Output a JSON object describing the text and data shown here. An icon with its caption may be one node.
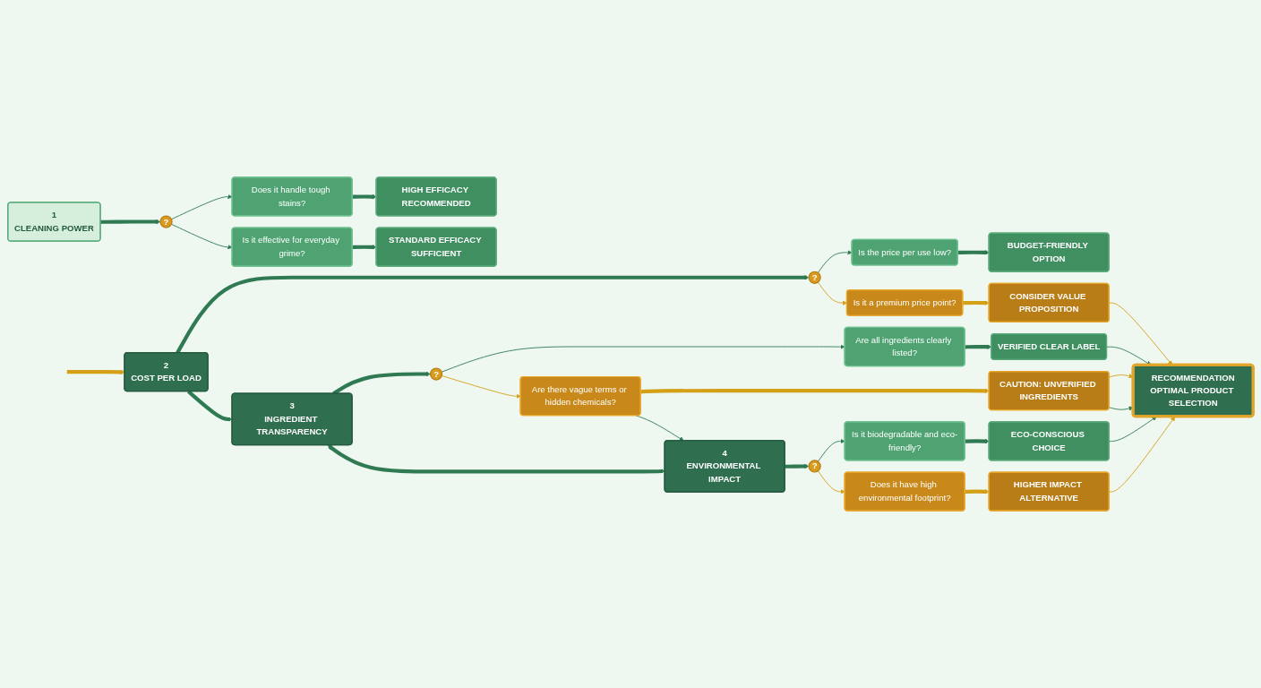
{
  "diagram": {
    "nodes": [
      {
        "text": [
          "1",
          "CLEANING POWER"
        ]
      },
      {
        "text": [
          "?"
        ]
      },
      {
        "text": [
          "Does it handle tough stains?"
        ]
      },
      {
        "text": [
          "Is it effective for everyday grime?"
        ]
      },
      {
        "text": [
          "HIGH EFFICACY RECOMMENDED"
        ]
      },
      {
        "text": [
          "STANDARD EFFICACY SUFFICIENT"
        ]
      },
      {
        "text": [
          "2",
          "COST PER LOAD"
        ]
      },
      {
        "text": [
          "?"
        ]
      },
      {
        "text": [
          "Is the price per use low?"
        ]
      },
      {
        "text": [
          "Is it a premium price point?"
        ]
      },
      {
        "text": [
          "BUDGET-FRIENDLY OPTION"
        ]
      },
      {
        "text": [
          "CONSIDER VALUE PROPOSITION"
        ]
      },
      {
        "text": [
          "3",
          "INGREDIENT TRANSPARENCY"
        ]
      },
      {
        "text": [
          "?"
        ]
      },
      {
        "text": [
          "Are all ingredients clearly listed?"
        ]
      },
      {
        "text": [
          "Are there vague terms or hidden chemicals?"
        ]
      },
      {
        "text": [
          "VERIFIED CLEAR LABEL"
        ]
      },
      {
        "text": [
          "CAUTION: UNVERIFIED INGREDIENTS"
        ]
      },
      {
        "text": [
          "4",
          "ENVIRONMENTAL IMPACT"
        ]
      },
      {
        "text": [
          "?"
        ]
      },
      {
        "text": [
          "Is it biodegradable and eco-friendly?"
        ]
      },
      {
        "text": [
          "Does it have high environmental footprint?"
        ]
      },
      {
        "text": [
          "ECO-CONSCIOUS CHOICE"
        ]
      },
      {
        "text": [
          "HIGHER IMPACT ALTERNATIVE"
        ]
      },
      {
        "text": [
          "RECOMMENDATION",
          "OPTIMAL PRODUCT SELECTION"
        ]
      }
    ],
    "edges": [
      {
        "from": 0,
        "to": 1,
        "arrow": "to",
        "style": "thick"
      },
      {
        "from": 1,
        "to": 2,
        "arrow": "to"
      },
      {
        "from": 1,
        "to": 3,
        "arrow": "to"
      },
      {
        "from": 2,
        "to": 4,
        "arrow": "to",
        "style": "thick"
      },
      {
        "from": 3,
        "to": 5,
        "arrow": "to",
        "style": "thick"
      },
      {
        "from": null,
        "to": 6,
        "arrow": "to",
        "style": "thick",
        "color": "#d4a017"
      },
      {
        "from": 6,
        "to": 7,
        "arrow": "to",
        "style": "thick"
      },
      {
        "from": 7,
        "to": 8,
        "arrow": "to"
      },
      {
        "from": 7,
        "to": 9,
        "arrow": "to",
        "color": "#d4a017"
      },
      {
        "from": 8,
        "to": 10,
        "arrow": "to",
        "style": "thick"
      },
      {
        "from": 9,
        "to": 11,
        "arrow": "to",
        "style": "thick",
        "color": "#d4a017"
      },
      {
        "from": 6,
        "to": 12,
        "arrow": "to",
        "style": "thick"
      },
      {
        "from": 11,
        "to": 24,
        "arrow": "to",
        "color": "#d4a017"
      },
      {
        "from": 12,
        "to": 13,
        "arrow": "to",
        "style": "thick"
      },
      {
        "from": 13,
        "to": 14,
        "arrow": "to"
      },
      {
        "from": 13,
        "to": 15,
        "arrow": "to",
        "color": "#d4a017"
      },
      {
        "from": 14,
        "to": 16,
        "arrow": "to",
        "style": "thick"
      },
      {
        "from": 15,
        "to": 17,
        "arrow": "to",
        "style": "thick",
        "color": "#d4a017"
      },
      {
        "from": 15,
        "to": 18,
        "arrow": "to"
      },
      {
        "from": 12,
        "to": 18,
        "arrow": "both",
        "style": "thick"
      },
      {
        "from": 18,
        "to": 19,
        "arrow": "to",
        "style": "thick"
      },
      {
        "from": 19,
        "to": 20,
        "arrow": "to"
      },
      {
        "from": 19,
        "to": 21,
        "arrow": "to",
        "color": "#d4a017"
      },
      {
        "from": 20,
        "to": 22,
        "arrow": "to",
        "style": "thick"
      },
      {
        "from": 21,
        "to": 23,
        "arrow": "to",
        "style": "thick",
        "color": "#d4a017"
      },
      {
        "from": 16,
        "to": 24,
        "arrow": "to"
      },
      {
        "from": 17,
        "to": 24,
        "arrow": "to",
        "color": "#d4a017"
      },
      {
        "from": 17,
        "to": 24,
        "arrow": "to"
      },
      {
        "from": 22,
        "to": 24,
        "arrow": "to"
      },
      {
        "from": 23,
        "to": 24,
        "arrow": "to",
        "color": "#d4a017"
      }
    ]
  }
}
